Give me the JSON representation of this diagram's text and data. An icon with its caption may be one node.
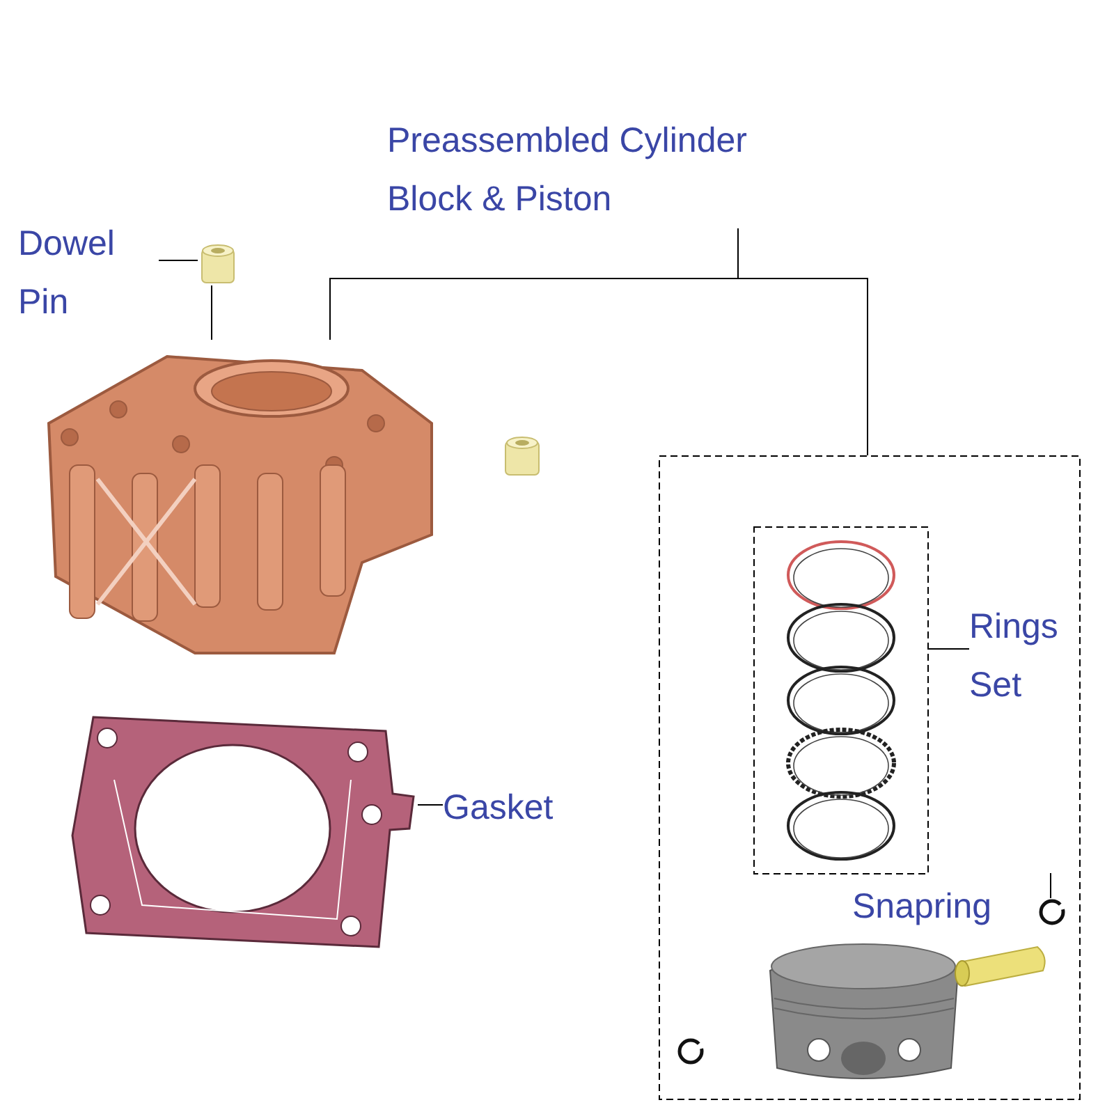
{
  "diagram": {
    "nodes": [
      {
        "text": [
          "Preassembled Cylinder Block & Piston"
        ]
      },
      {
        "text": [
          "Dowel Pin"
        ]
      },
      {
        "text": [],
        "shape": "cylinder"
      },
      {
        "text": [],
        "shape": "picture"
      },
      {
        "text": [],
        "shape": "box"
      },
      {
        "text": [],
        "shape": "box",
        "in": 4
      },
      {
        "text": [
          "Rings Set"
        ],
        "in": 4
      },
      {
        "text": [
          "Gasket"
        ]
      },
      {
        "text": [],
        "shape": "picture"
      },
      {
        "text": [
          "Snapring"
        ],
        "in": 4
      },
      {
        "text": [],
        "shape": "circle",
        "in": 4
      }
    ],
    "edges": [
      {
        "from": 0,
        "to": 3,
        "arrow": "none"
      },
      {
        "from": 0,
        "to": 4,
        "arrow": "none"
      },
      {
        "from": 1,
        "to": 2,
        "arrow": "none"
      },
      {
        "from": 2,
        "to": 3,
        "arrow": "none"
      },
      {
        "from": 7,
        "to": 8,
        "arrow": "none"
      },
      {
        "from": 6,
        "to": 5,
        "arrow": "none"
      },
      {
        "from": null,
        "to": 10,
        "arrow": "none"
      }
    ]
  }
}
